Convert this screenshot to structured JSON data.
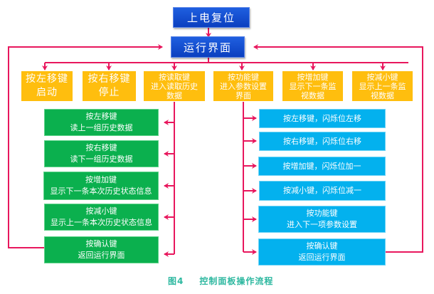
{
  "diagram": {
    "top": {
      "power_reset": "上电复位",
      "run_screen": "运行界面"
    },
    "level2": [
      {
        "label": "按左移键\n启动"
      },
      {
        "label": "按右移键\n停止"
      },
      {
        "label": "按读取键\n进入读取历史\n数据"
      },
      {
        "label": "按功能键\n进入参数设置\n界面"
      },
      {
        "label": "按增加键\n显示下一条监\n视数据"
      },
      {
        "label": "按减小键\n显示上一条监\n视数据"
      }
    ],
    "history_branch": [
      {
        "label": "按左移键\n读上一组历史数据"
      },
      {
        "label": "按右移键\n读下一组历史数据"
      },
      {
        "label": "按增加键\n显示下一条本次历史状态信息"
      },
      {
        "label": "按减小键\n显示上一条本次历史状态信息"
      },
      {
        "label": "按确认键\n返回运行界面"
      }
    ],
    "param_branch": [
      {
        "label": "按左移键，闪烁位左移"
      },
      {
        "label": "按右移键，闪烁位右移"
      },
      {
        "label": "按增加键，闪烁位加一"
      },
      {
        "label": "按减小键，闪烁位减一"
      },
      {
        "label": "按功能键\n进入下一项参数设置"
      },
      {
        "label": "按确认键\n返回运行界面"
      }
    ],
    "caption": {
      "figure_no": "图4",
      "title": "控制面板操作流程"
    }
  },
  "colors": {
    "arrow": "#e8175d",
    "blue": "#1a55d8",
    "yellow": "#ffbe0e",
    "green": "#0bb04e",
    "cyan": "#03b1ee",
    "caption": "#2eb8a0"
  }
}
